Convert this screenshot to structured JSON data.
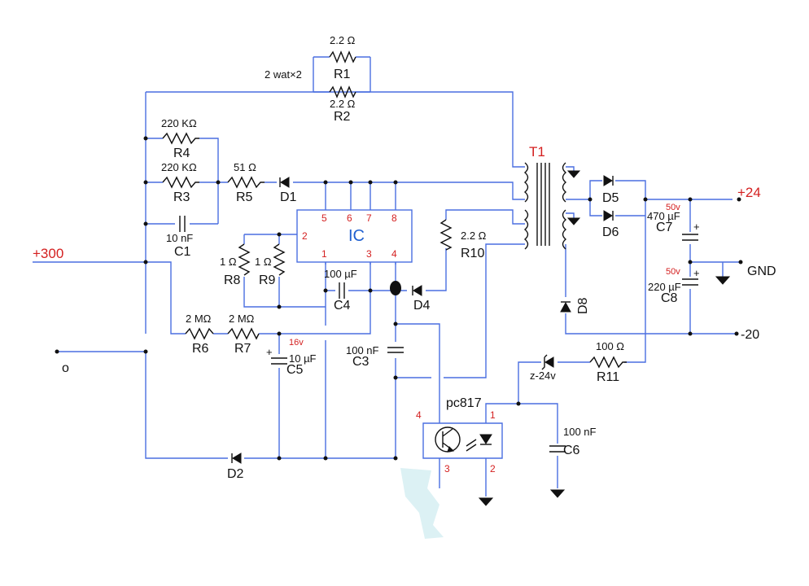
{
  "nets": {
    "v300": "+300",
    "vp24": "+24",
    "gnd": "GND",
    "vm20": "-20",
    "o": "o"
  },
  "ic": {
    "label": "IC",
    "pins": [
      "5",
      "6",
      "7",
      "8",
      "2",
      "1",
      "3",
      "4"
    ]
  },
  "transformer": {
    "label": "T1"
  },
  "optocoupler": {
    "label": "pc817",
    "pins": [
      "4",
      "1",
      "3",
      "2"
    ]
  },
  "components": {
    "r1": {
      "name": "R1",
      "value": "2.2 Ω"
    },
    "r2": {
      "name": "R2",
      "value": "2.2 Ω"
    },
    "r1r2_note": "2 wat×2",
    "r4": {
      "name": "R4",
      "value": "220 KΩ"
    },
    "r3": {
      "name": "R3",
      "value": "220 KΩ"
    },
    "r5": {
      "name": "R5",
      "value": "51 Ω"
    },
    "d1": {
      "name": "D1"
    },
    "c1": {
      "name": "C1",
      "value": "10 nF"
    },
    "r8": {
      "name": "R8",
      "value": "1 Ω"
    },
    "r9": {
      "name": "R9",
      "value": "1 Ω"
    },
    "c4": {
      "name": "C4",
      "value": "100 µF"
    },
    "r10": {
      "name": "R10",
      "value": "2.2 Ω"
    },
    "d4": {
      "name": "D4"
    },
    "r6": {
      "name": "R6",
      "value": "2 MΩ"
    },
    "r7": {
      "name": "R7",
      "value": "2 MΩ"
    },
    "c5": {
      "name": "C5",
      "value": "10 µF",
      "rating": "16v"
    },
    "c3": {
      "name": "C3",
      "value": "100 nF"
    },
    "d2": {
      "name": "D2"
    },
    "d5": {
      "name": "D5"
    },
    "d6": {
      "name": "D6"
    },
    "c7": {
      "name": "C7",
      "value": "470 µF",
      "rating": "50v"
    },
    "c8": {
      "name": "C8",
      "value": "220 µF",
      "rating": "50v"
    },
    "d8": {
      "name": "D8"
    },
    "z": {
      "name": "z-24v"
    },
    "r11": {
      "name": "R11",
      "value": "100 Ω"
    },
    "c6": {
      "name": "C6",
      "value": "100 nF"
    }
  }
}
